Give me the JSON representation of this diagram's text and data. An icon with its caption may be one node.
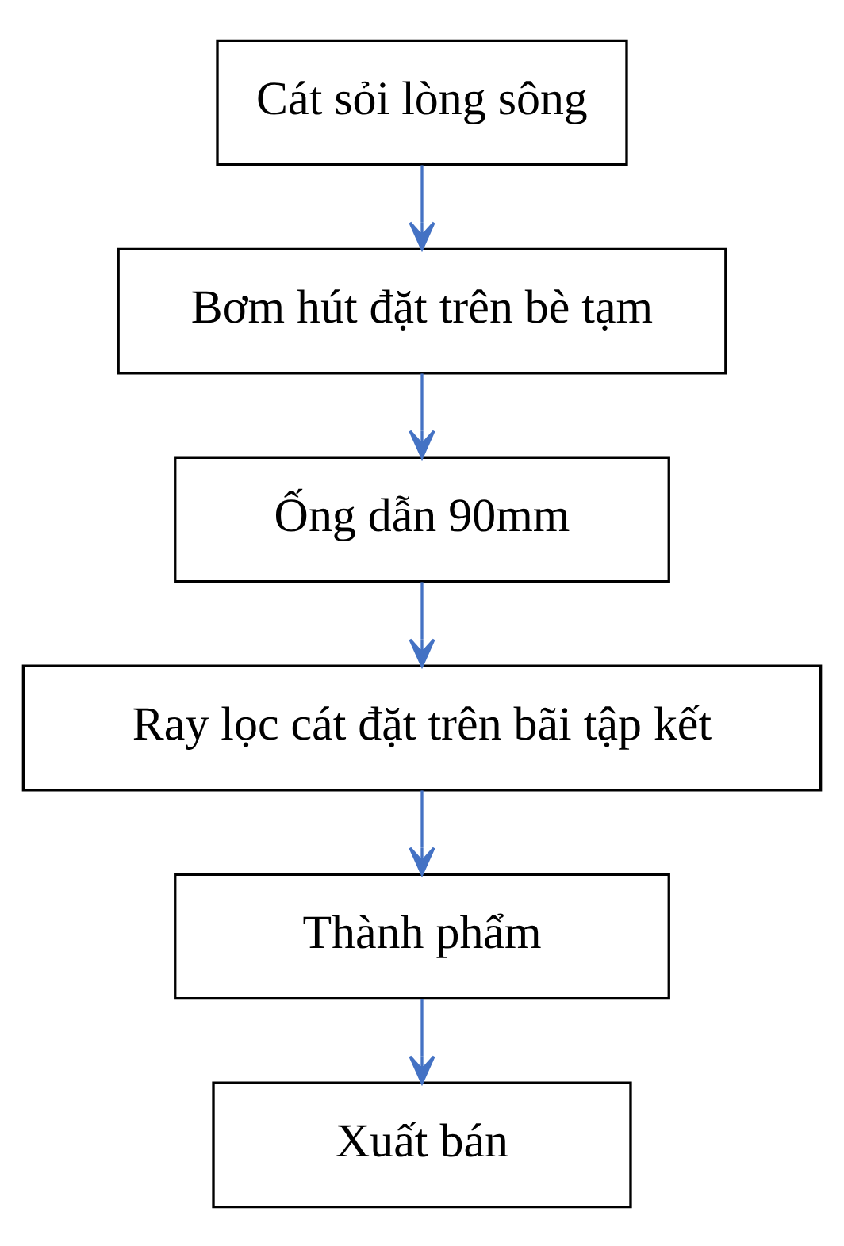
{
  "diagram": {
    "nodes": [
      {
        "text": [
          "Cát sỏi lòng sông"
        ]
      },
      {
        "text": [
          "Bơm hút đặt trên bè tạm"
        ]
      },
      {
        "text": [
          "Ống dẫn 90mm"
        ]
      },
      {
        "text": [
          "Ray lọc cát đặt trên bãi tập kết"
        ]
      },
      {
        "text": [
          "Thành phẩm"
        ]
      },
      {
        "text": [
          "Xuất bán"
        ]
      }
    ],
    "edges": [
      {
        "from": 0,
        "to": 1,
        "arrow": "to"
      },
      {
        "from": 1,
        "to": 2,
        "arrow": "to"
      },
      {
        "from": 2,
        "to": 3,
        "arrow": "to"
      },
      {
        "from": 3,
        "to": 4,
        "arrow": "to"
      },
      {
        "from": 4,
        "to": 5,
        "arrow": "to"
      }
    ]
  }
}
